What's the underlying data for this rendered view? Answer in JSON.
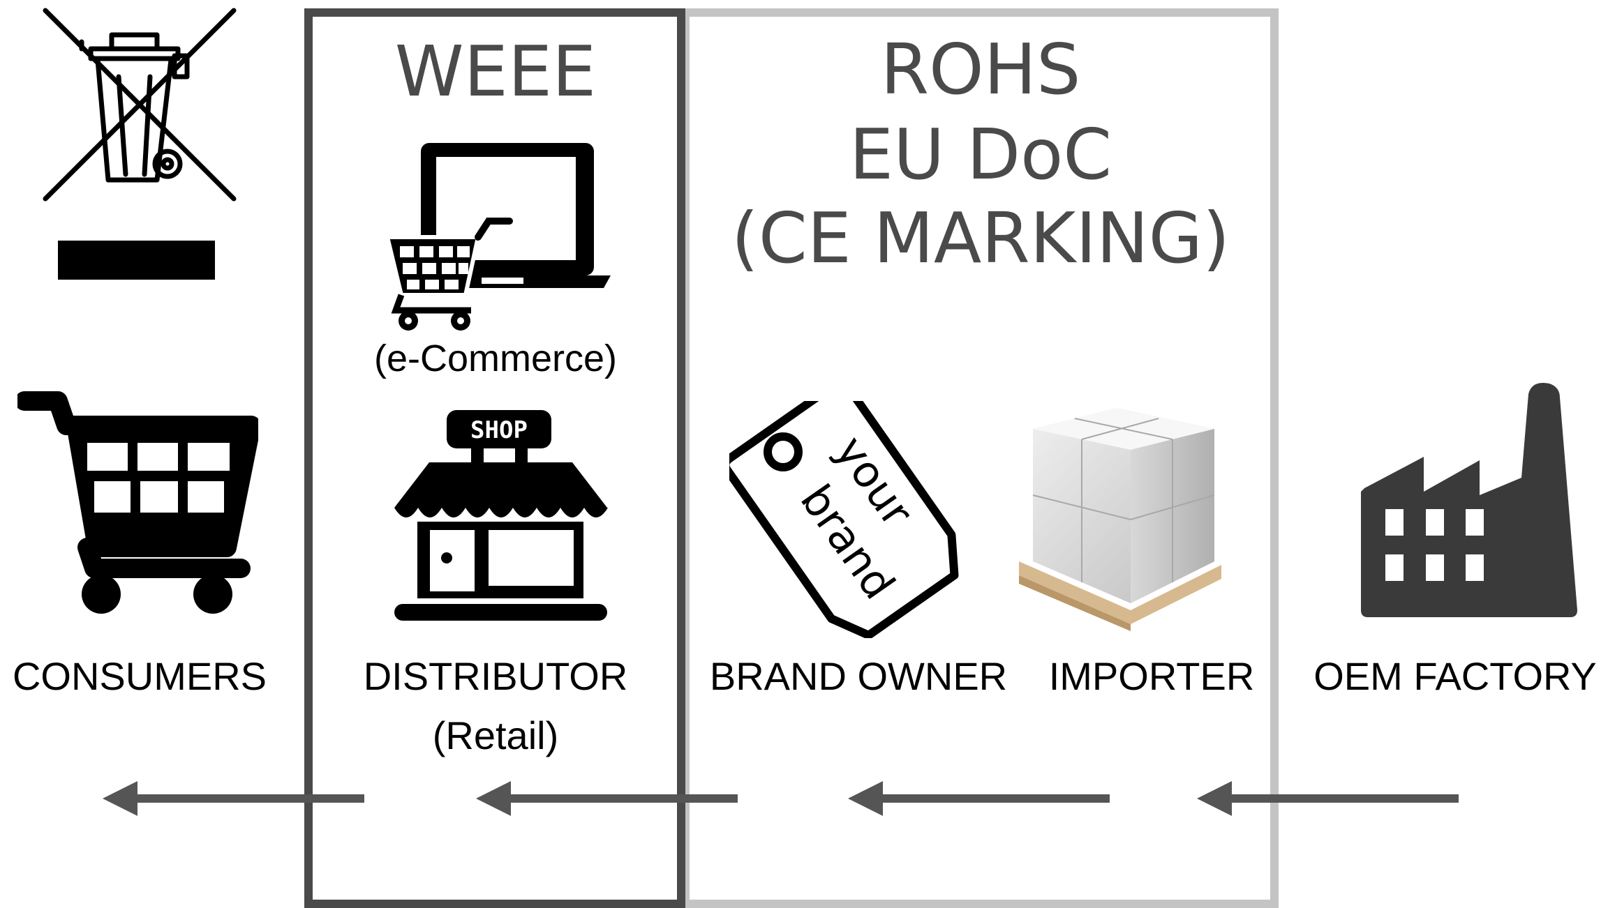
{
  "headings": {
    "weee": "WEEE",
    "rohs_lines": [
      "ROHS",
      "EU DoC",
      "(CE MARKING)"
    ]
  },
  "labels": {
    "ecommerce": "(e-Commerce)",
    "consumers": "CONSUMERS",
    "distributor": "DISTRIBUTOR",
    "retail": "(Retail)",
    "brand_owner": "BRAND OWNER",
    "importer": "IMPORTER",
    "oem_factory": "OEM FACTORY"
  },
  "tag_text": [
    "your",
    "brand"
  ],
  "shop_sign": "SHOP",
  "icons": [
    "crossed-out-wheelie-bin-icon",
    "laptop-cart-icon",
    "shopping-cart-icon",
    "shop-storefront-icon",
    "brand-tag-icon",
    "boxes-on-pallet-icon",
    "factory-icon"
  ],
  "colors": {
    "weee_box": "#4a4a4a",
    "rohs_box": "#c4c4c4",
    "arrow": "#555555",
    "heading": "#4a4a4a"
  }
}
